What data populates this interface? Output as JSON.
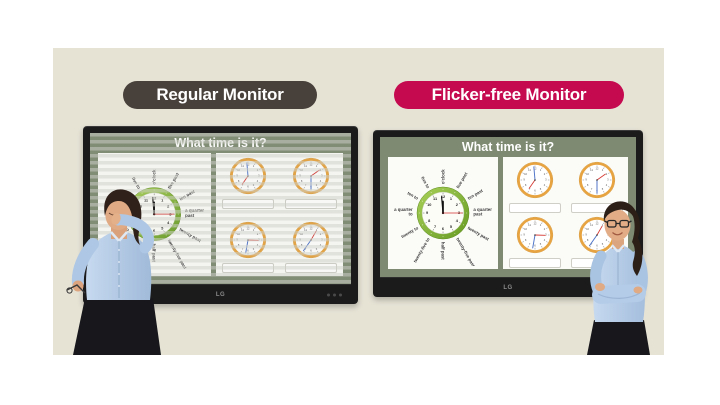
{
  "scene": {
    "left_label": "Regular Monitor",
    "right_label": "Flicker-free Monitor",
    "brand": "LG"
  },
  "board": {
    "title": "What time is it?",
    "big_clock": {
      "numbers": [
        "1",
        "2",
        "3",
        "4",
        "5",
        "6",
        "7",
        "8",
        "9",
        "10",
        "11",
        "12"
      ],
      "labels": [
        "o'clock",
        "five past",
        "ten past",
        "a quarter past",
        "twenty past",
        "twenty-five past",
        "half past",
        "twenty-five to",
        "twenty to",
        "a quarter to",
        "ten to",
        "five to"
      ],
      "hour_deg": 0,
      "minute_deg": 355,
      "pointer_deg": 90,
      "pointer_color": "#d23130"
    },
    "small_clocks": [
      {
        "hands": [
          {
            "color": "#4f74c8",
            "deg": 355,
            "len": 0.8
          },
          {
            "color": "#d63b35",
            "deg": 215,
            "len": 0.62
          }
        ]
      },
      {
        "hands": [
          {
            "color": "#4f74c8",
            "deg": 180,
            "len": 0.8
          },
          {
            "color": "#d63b35",
            "deg": 55,
            "len": 0.62
          }
        ]
      },
      {
        "hands": [
          {
            "color": "#4f74c8",
            "deg": 190,
            "len": 0.8
          },
          {
            "color": "#d63b35",
            "deg": 92,
            "len": 0.62
          }
        ]
      },
      {
        "hands": [
          {
            "color": "#4f74c8",
            "deg": 215,
            "len": 0.8
          },
          {
            "color": "#d63b35",
            "deg": 30,
            "len": 0.62
          }
        ]
      }
    ]
  },
  "colors": {
    "backdrop": "#e6e3d5",
    "regular_pill": "#48403a",
    "flicker_pill": "#c50a50",
    "screen_green": "#7e8b72",
    "bezel": "#1b1b1b",
    "big_clock_ring_light": "#a9d158",
    "big_clock_ring_dark": "#669a23",
    "small_clock_ring": "#e7a33f"
  }
}
